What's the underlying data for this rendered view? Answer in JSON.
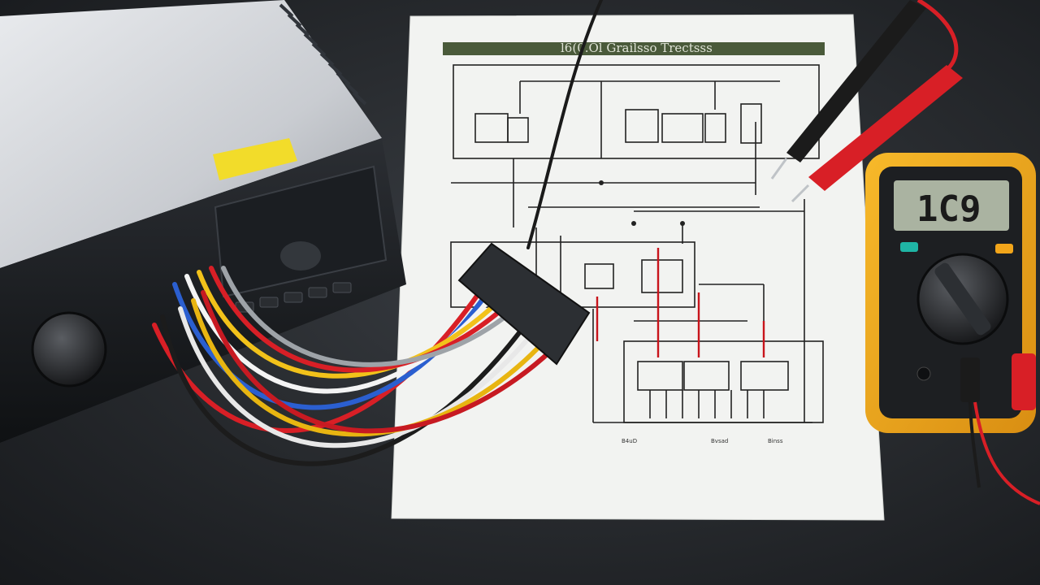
{
  "schematic": {
    "title": "l6(0.Ol Grailsso Trectsss",
    "footer_labels": [
      "B4uD",
      "Bvsad",
      "Binss"
    ]
  },
  "multimeter": {
    "display_value": "1C9"
  },
  "colors": {
    "surface": "#2a2d31",
    "paper": "#f2f3f1",
    "title_bar": "#4a5a3a",
    "multimeter_body": "#f0a81c",
    "probe_red": "#d81f26",
    "probe_black": "#1b1b1b",
    "sticker": "#f2dc2a"
  },
  "objects": [
    {
      "name": "car-stereo-head-unit"
    },
    {
      "name": "wiring-harness"
    },
    {
      "name": "wiring-diagram-sheet"
    },
    {
      "name": "digital-multimeter"
    },
    {
      "name": "test-probes"
    }
  ]
}
